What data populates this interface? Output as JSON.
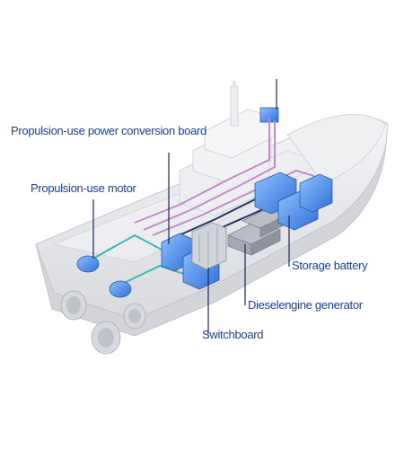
{
  "labels": {
    "propulsion_power_conversion_board": "Propulsion-use power conversion board",
    "propulsion_motor": "Propulsion-use motor",
    "storage_battery": "Storage battery",
    "diesel_engine_generator": "Dieselengine generator",
    "switchboard": "Switchboard"
  },
  "colors": {
    "label_text": "#1d3f8f",
    "leader_line": "#1a2a55",
    "hull": "#e9eaed",
    "hull_edge": "#c7c9cf",
    "equipment_blue": "#4a8ee8",
    "cable_teal": "#3fb8b4",
    "cable_purple": "#c58ac8",
    "cable_navy": "#28336e"
  }
}
